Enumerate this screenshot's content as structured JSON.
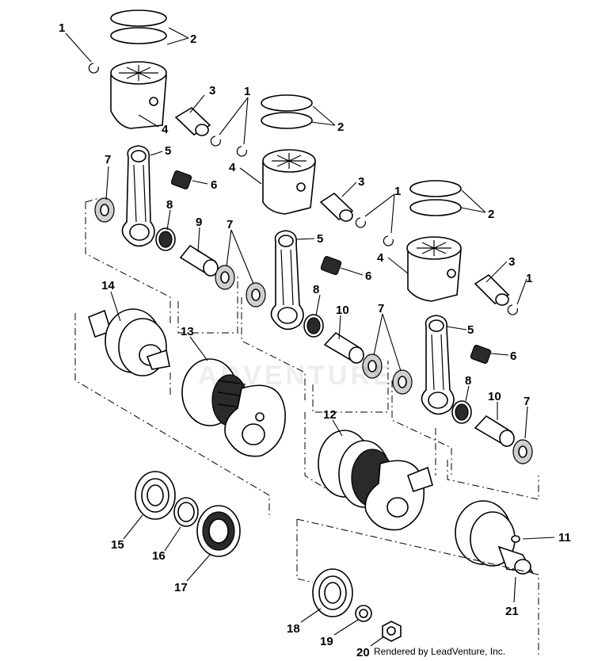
{
  "diagram": {
    "callouts": {
      "c1a": "1",
      "c2a": "2",
      "c3a": "3",
      "c4a": "4",
      "c1b": "1",
      "c2b": "2",
      "c3b": "3",
      "c4b": "4",
      "c1c": "1",
      "c2c": "2",
      "c3c": "3",
      "c4c": "4",
      "c1d": "1",
      "c5a": "5",
      "c6a": "6",
      "c7a": "7",
      "c8a": "8",
      "c9a": "9",
      "c7b": "7",
      "c5b": "5",
      "c6b": "6",
      "c8b": "8",
      "c10a": "10",
      "c7c": "7",
      "c5c": "5",
      "c6c": "6",
      "c8c": "8",
      "c10b": "10",
      "c7d": "7",
      "c11": "11",
      "c12": "12",
      "c13": "13",
      "c14": "14",
      "c15": "15",
      "c16": "16",
      "c17": "17",
      "c18": "18",
      "c19": "19",
      "c20": "20",
      "c21": "21"
    },
    "watermark": "ADVENTURE",
    "credit": "Rendered by LeadVenture, Inc."
  }
}
